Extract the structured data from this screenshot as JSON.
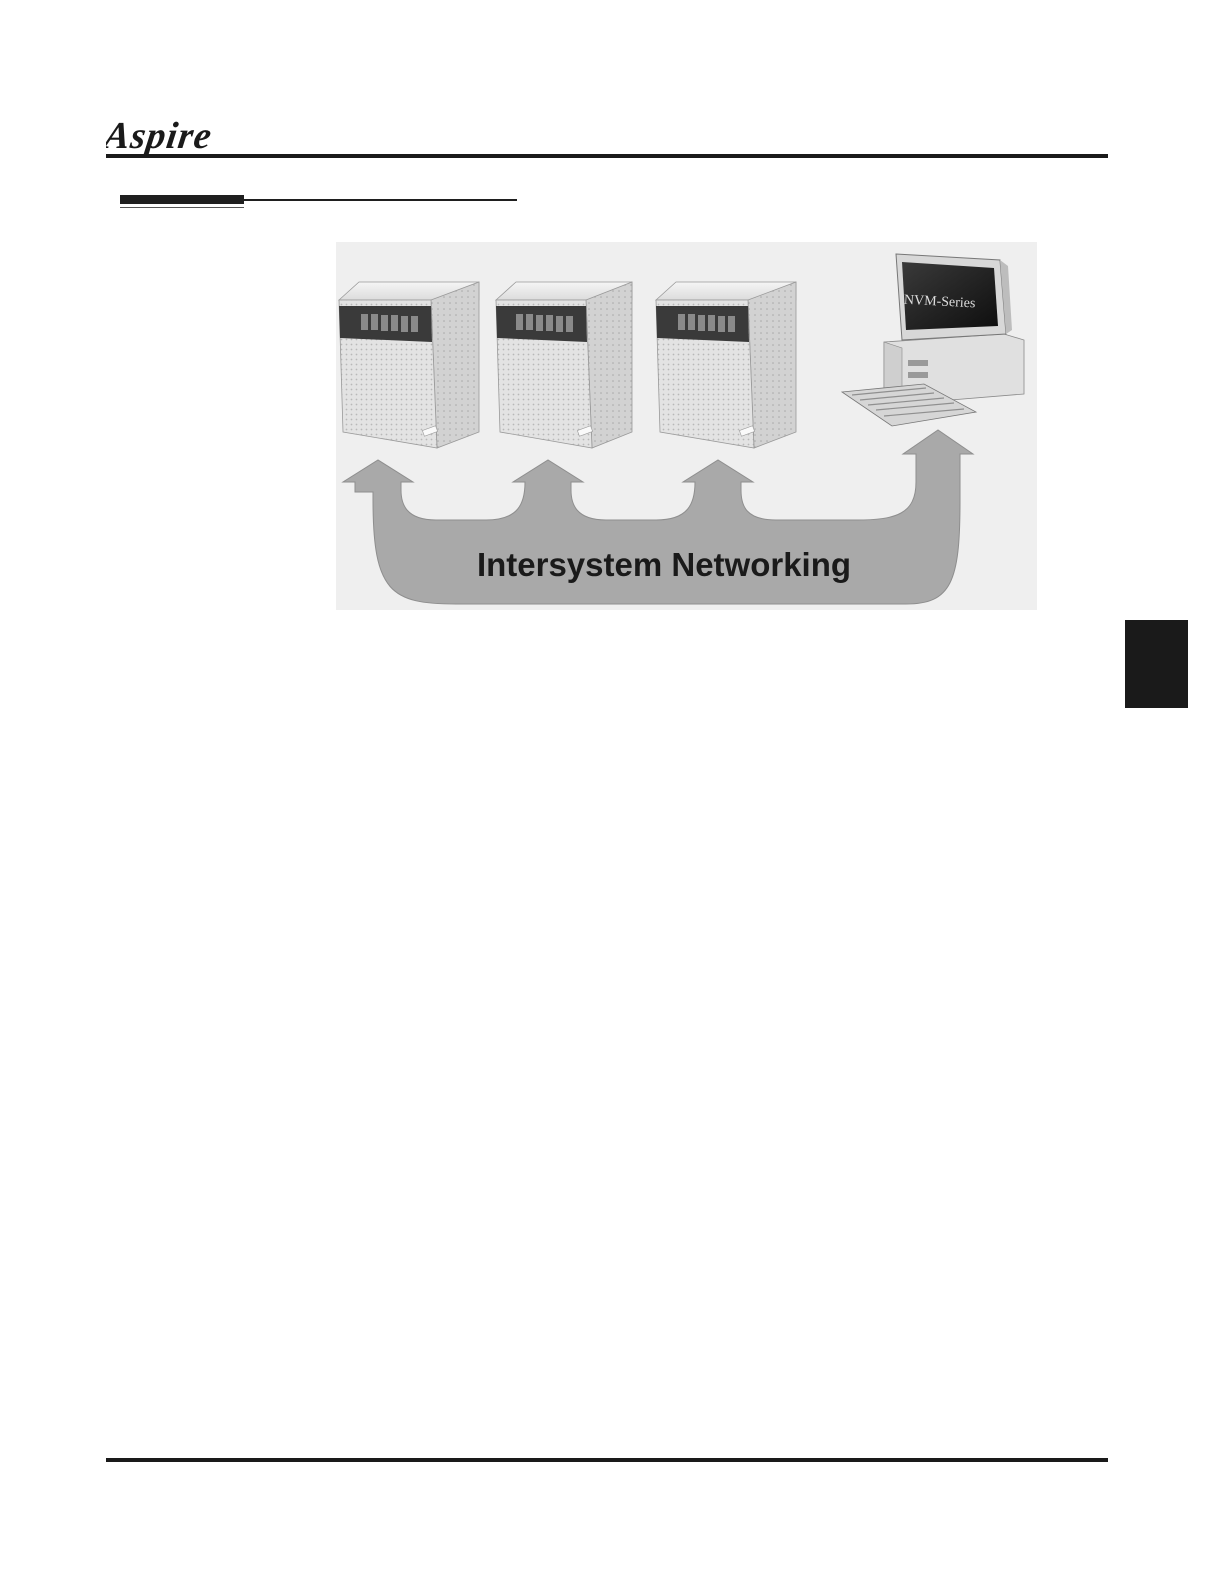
{
  "header": {
    "logo_text": "Aspire"
  },
  "figure": {
    "caption": "Intersystem Networking",
    "monitor_label": "NVM-Series",
    "units": [
      "cabinet-1",
      "cabinet-2",
      "cabinet-3",
      "nvm-pc"
    ]
  },
  "colors": {
    "rule": "#1a1a1a",
    "arrow": "#a9a9a9",
    "figure_bg": "#efefef"
  }
}
